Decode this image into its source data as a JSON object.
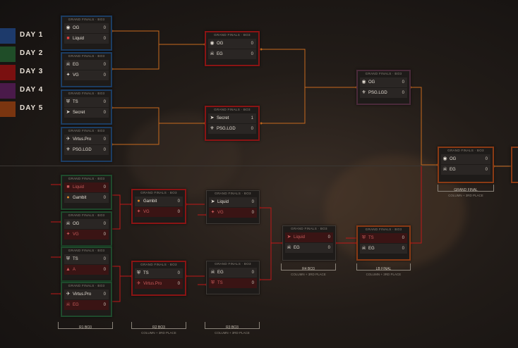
{
  "legend": [
    {
      "label": "DAY 1",
      "color": "#1d3a6b"
    },
    {
      "label": "DAY 2",
      "color": "#1f4d28"
    },
    {
      "label": "DAY 3",
      "color": "#7a1010"
    },
    {
      "label": "DAY 4",
      "color": "#4a1a4a"
    },
    {
      "label": "DAY 5",
      "color": "#7a3510"
    }
  ],
  "cards": {
    "ub_r1_1": {
      "header": "GRAND FINALS · BO3",
      "t1": "OG",
      "s1": "0",
      "t2": "Liquid",
      "s2": "0"
    },
    "ub_r1_2": {
      "header": "GRAND FINALS · BO3",
      "t1": "EG",
      "s1": "0",
      "t2": "VG",
      "s2": "0"
    },
    "ub_r1_3": {
      "header": "GRAND FINALS · BO3",
      "t1": "TS",
      "s1": "0",
      "t2": "Secret",
      "s2": "0"
    },
    "ub_r1_4": {
      "header": "GRAND FINALS · BO3",
      "t1": "Virtus.Pro",
      "s1": "0",
      "t2": "PSG.LGD",
      "s2": "0"
    },
    "ub_r2_1": {
      "header": "GRAND FINALS · BO3",
      "t1": "OG",
      "s1": "0",
      "t2": "EG",
      "s2": "0"
    },
    "ub_r2_2": {
      "header": "GRAND FINALS · BO3",
      "t1": "Secret",
      "s1": "1",
      "t2": "PSG.LGD",
      "s2": "0"
    },
    "ub_final": {
      "header": "GRAND FINALS · BO3",
      "t1": "OG",
      "s1": "0",
      "t2": "PSG.LGD",
      "s2": "0"
    },
    "gf": {
      "header": "GRAND FINALS · BO3",
      "t1": "OG",
      "s1": "0",
      "t2": "EG",
      "s2": "0"
    },
    "lb_r1_1": {
      "header": "GRAND FINALS · BO3",
      "t1": "Liquid",
      "s1": "0",
      "t2": "Gambit",
      "s2": "0"
    },
    "lb_r1_2": {
      "header": "GRAND FINALS · BO3",
      "t1": "OG",
      "s1": "0",
      "t2": "VG",
      "s2": "0"
    },
    "lb_r1_3": {
      "header": "GRAND FINALS · BO3",
      "t1": "TS",
      "s1": "0",
      "t2": "A",
      "s2": "0"
    },
    "lb_r1_4": {
      "header": "GRAND FINALS · BO3",
      "t1": "Virtus.Pro",
      "s1": "0",
      "t2": "EG",
      "s2": "0"
    },
    "lb_r2_1": {
      "header": "GRAND FINALS · BO3",
      "t1": "Gambit",
      "s1": "0",
      "t2": "VG",
      "s2": "0"
    },
    "lb_r2_2": {
      "header": "GRAND FINALS · BO3",
      "t1": "TS",
      "s1": "0",
      "t2": "Virtus.Pro",
      "s2": "0"
    },
    "lb_r3_1": {
      "header": "GRAND FINALS · BO3",
      "t1": "Liquid",
      "s1": "0",
      "t2": "VG",
      "s2": "0"
    },
    "lb_r3_2": {
      "header": "GRAND FINALS · BO3",
      "t1": "EG",
      "s1": "0",
      "t2": "TS",
      "s2": "0"
    },
    "lb_r4": {
      "header": "GRAND FINALS · BO3",
      "t1": "Liquid",
      "s1": "0",
      "t2": "EG",
      "s2": "0"
    },
    "lb_final": {
      "header": "GRAND FINALS · BO3",
      "t1": "TS",
      "s1": "0",
      "t2": "EG",
      "s2": "0"
    }
  },
  "columns": [
    {
      "label": "R1 BO3",
      "sub": ""
    },
    {
      "label": "R2 BO3",
      "sub": "COLUMN + 3RD PLACE"
    },
    {
      "label": "R3 BO3",
      "sub": "COLUMN + 3RD PLACE"
    },
    {
      "label": "R4 BO3",
      "sub": "COLUMN + 3RD PLACE"
    },
    {
      "label": "LB FINAL",
      "sub": "COLUMN + 3RD PLACE"
    },
    {
      "label": "GRAND FINAL",
      "sub": "COLUMN + 3RD PLACE"
    }
  ]
}
